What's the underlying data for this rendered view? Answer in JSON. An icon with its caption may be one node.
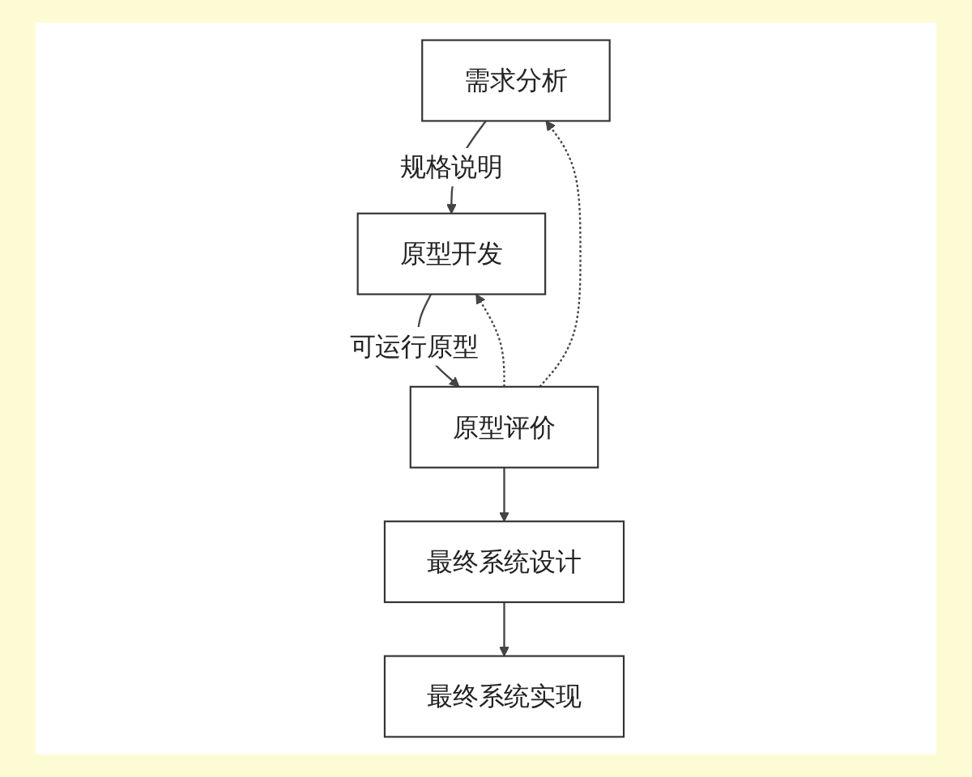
{
  "diagram": {
    "nodes": [
      {
        "text": [
          "需求分析"
        ]
      },
      {
        "text": [
          "原型开发"
        ]
      },
      {
        "text": [
          "原型评价"
        ]
      },
      {
        "text": [
          "最终系统设计"
        ]
      },
      {
        "text": [
          "最终系统实现"
        ]
      }
    ],
    "edges": [
      {
        "from": 0,
        "to": 1,
        "arrow": "to",
        "label": "规格说明"
      },
      {
        "from": 1,
        "to": 2,
        "arrow": "to",
        "label": "可运行原型"
      },
      {
        "from": 2,
        "to": 3,
        "arrow": "to"
      },
      {
        "from": 3,
        "to": 4,
        "arrow": "to"
      },
      {
        "from": 2,
        "to": 0,
        "arrow": "to",
        "style": "dashed"
      },
      {
        "from": 2,
        "to": 1,
        "arrow": "to",
        "style": "dashed"
      }
    ]
  }
}
